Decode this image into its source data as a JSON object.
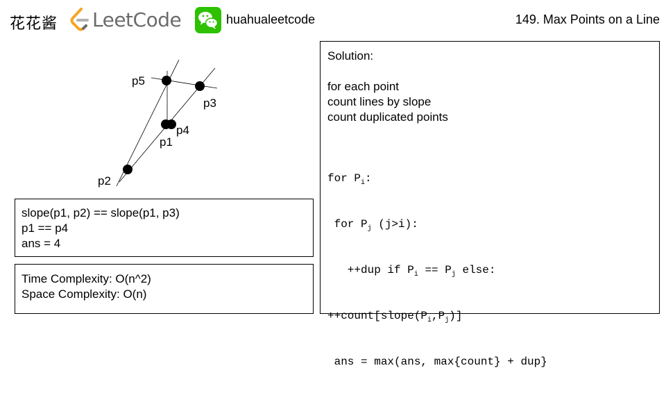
{
  "header": {
    "brand_cn": "花花酱",
    "brand_logo_text": "LeetCode",
    "wechat_handle": "huahualeetcode",
    "page_title": "149. Max Points on a Line"
  },
  "diagram": {
    "points": [
      {
        "label": "p5"
      },
      {
        "label": "p3"
      },
      {
        "label": "p4"
      },
      {
        "label": "p1"
      },
      {
        "label": "p2"
      }
    ]
  },
  "notes": {
    "line1": "slope(p1, p2) == slope(p1, p3)",
    "line2": "p1 == p4",
    "line3": "ans = 4"
  },
  "complexity": {
    "time": "Time Complexity: O(n^2)",
    "space": "Space Complexity: O(n)"
  },
  "solution": {
    "title": "Solution:",
    "steps": [
      "for each point",
      "count lines by slope",
      "count duplicated points"
    ],
    "code": {
      "l1_a": "for P",
      "l1_sub": "i",
      "l1_b": ":",
      "l2_a": " for P",
      "l2_sub": "j",
      "l2_b": " (j>i):",
      "l3_a": "   ++dup if P",
      "l3_sub1": "i",
      "l3_b": " == P",
      "l3_sub2": "j",
      "l3_c": " else:",
      "l4_a": "++count[slope(P",
      "l4_sub1": "i",
      "l4_b": ",P",
      "l4_sub2": "j",
      "l4_c": ")]",
      "l5": " ans = max(ans, max{count} + dup}"
    }
  },
  "colors": {
    "text": "#000000",
    "logo_gray": "#6b6b6b",
    "logo_orange": "#f5a623",
    "wechat_green": "#2dc100"
  }
}
